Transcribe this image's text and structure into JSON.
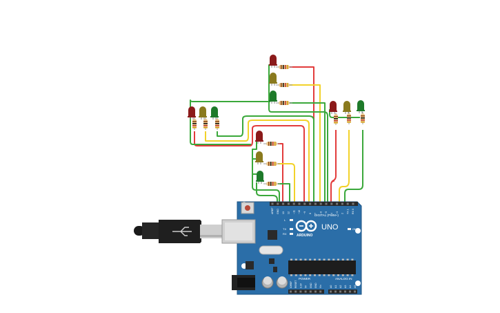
{
  "board": {
    "brand": "ARDUINO",
    "model": "UNO",
    "digital_label": "DIGITAL (PWM~)",
    "power_label": "POWER",
    "analog_label": "ANALOG IN",
    "on_label": "ON",
    "tx_label": "TX",
    "rx_label": "RX",
    "l_label": "L",
    "header_top_labels": [
      "AREF",
      "GND",
      "13",
      "12",
      "~11",
      "~10",
      "~9",
      "8",
      "7",
      "~6",
      "~5",
      "4",
      "~3",
      "2",
      "TX 1",
      "RX 0"
    ],
    "power_pin_labels": [
      "IOREF",
      "RESET",
      "3.3V",
      "5V",
      "GND",
      "GND",
      "Vin"
    ],
    "analog_pin_labels": [
      "A0",
      "A1",
      "A2",
      "A3",
      "A4",
      "A5"
    ]
  },
  "colors": {
    "board": "#2b6ea8",
    "board_edge": "#1f5585",
    "red_led": "#8b1a1a",
    "yellow_led": "#8a7a1e",
    "green_led": "#1e7a2a",
    "wire_red": "#e23b3b",
    "wire_yellow": "#f2d22a",
    "wire_green": "#3aa83a",
    "resistor": "#e8c48a"
  }
}
